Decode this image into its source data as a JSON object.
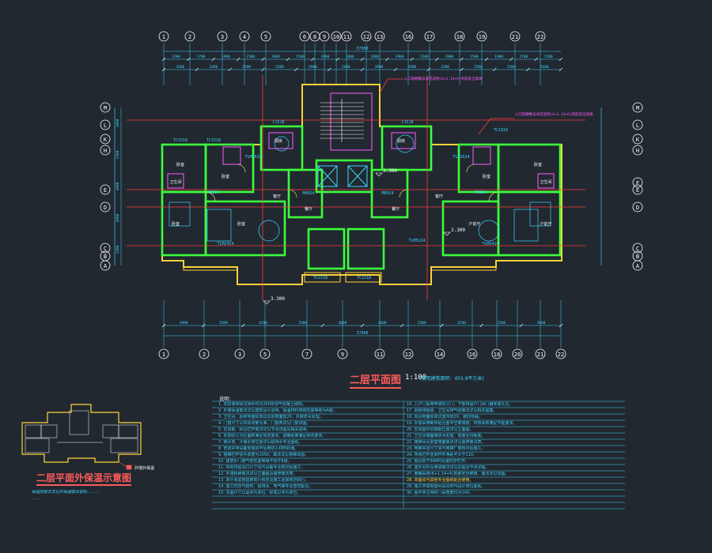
{
  "drawing": {
    "title": "二层平面图",
    "scale": "1:100",
    "title_note": "(使用建筑面积：455.8平方米)",
    "mini_title": "二层平面外保温示意图",
    "mini_notes": [
      "保温层做法详见外保温做法说明，……",
      "……"
    ],
    "total_width": "37000",
    "bottom_total_width": "37000",
    "level_marks": [
      "3.300",
      "3.300",
      "3.300"
    ],
    "room_labels": [
      "卧室",
      "卧室",
      "卧室",
      "卧室",
      "卧室",
      "卧室",
      "户前厅",
      "户前厅",
      "客厅",
      "客厅",
      "餐厅",
      "餐厅",
      "厨房",
      "厨房",
      "卫生间",
      "卫生间"
    ],
    "unit_labels": [
      "TLM1624",
      "TLM2424",
      "TLM1624",
      "TLM2424",
      "TLM5224"
    ],
    "window_labels": [
      "TC1518",
      "TC1518",
      "TC1918",
      "TC2118",
      "TC2118",
      "C1518",
      "C1518"
    ],
    "door_labels": [
      "M0824",
      "M0824",
      "M0924",
      "M0924"
    ],
    "callouts": [
      "入口雨棚做法详见说明(6+1.14+6)夹胶安全玻璃",
      "入口雨棚做法详见说明(6+1.14+6)夹胶安全玻璃"
    ]
  },
  "axes": {
    "top_numbers": [
      "1",
      "2",
      "3",
      "4",
      "5",
      "6",
      "8",
      "9",
      "10",
      "11",
      "12",
      "13",
      "16",
      "17",
      "18",
      "19",
      "21",
      "22"
    ],
    "bottom_numbers": [
      "1",
      "2",
      "3",
      "5",
      "7",
      "9",
      "11",
      "12",
      "14",
      "16",
      "18",
      "20",
      "21",
      "22"
    ],
    "left_letters": [
      "M",
      "L",
      "K",
      "H",
      "E",
      "D",
      "C",
      "B",
      "A"
    ],
    "right_letters": [
      "M",
      "L",
      "K",
      "H",
      "F",
      "E",
      "D",
      "C",
      "B",
      "A"
    ]
  },
  "dims": {
    "top_row": [
      "1500",
      "1700",
      "1900",
      "1500",
      "1900",
      "1500",
      "3900",
      "1800",
      "1800",
      "3900",
      "1500",
      "1900",
      "1500",
      "1900",
      "1700",
      "1500"
    ],
    "top_row2": [
      "3600",
      "3300",
      "2500",
      "3300",
      "3900",
      "2900",
      "3900",
      "2900",
      "3300",
      "2500",
      "3300",
      "3600"
    ],
    "bottom_row": [
      "3900",
      "3500",
      "4200",
      "3300",
      "3600",
      "3600",
      "3300",
      "4200",
      "3500",
      "3900"
    ],
    "left_col": [
      "1800",
      "2300",
      "4800",
      "4900",
      "1200"
    ]
  },
  "notes": {
    "heading": "说明：",
    "left": [
      "1. 本层墙体除注明外均为200厚加气混凝土砌块。",
      "2. 外墙保温做法详见建筑设计说明，保温材料燃烧性能等级为A级。",
      "3. 卫生间、厨房地面标高比同层楼面低20，并做防水处理。",
      "4. 门窗尺寸以实际测量为准，门窗表详见门窗详图。",
      "5. 空调板、阳台栏杆做法详见节点详图及相关说明。",
      "6. 本层防火分区面积满足规范要求，疏散距离满足规范要求。",
      "7. 雨水管、冷凝水管位置详见给排水专业图纸。",
      "8. 管道井待设备安装完毕后用防火材料封堵。",
      "9. 楼梯栏杆扶手高度为1050，做法详见楼梯详图。",
      "10. 建筑外门窗气密性能等级不低于6级。",
      "11. 所有预留洞口尺寸须与设备专业核对后施工。",
      "12. 外墙粉刷做法详见立面图及装修做法表。",
      "13. 未尽事宜按国家现行规范及施工验收规范执行。",
      "14. 施工时应与结构、给排水、电气等专业密切配合。",
      "15. 本图尺寸以毫米为单位，标高以米为单位。"
    ],
    "right": [
      "16. 入户门采用甲级防火门，下部预留户门闭门器安装孔位。",
      "17. 厨房排烟道、卫生间排气道做法详见相关图集。",
      "18. 阳台地面标高比室内低20，坡向地漏。",
      "19. 外窗采用断桥铝合金中空玻璃窗，传热系数满足节能要求。",
      "20. 空调室外机搁板位置详见立面图。",
      "21. 卫生间墙面做防水处理，高度至顶板底。",
      "22. 楼梯间及前室墙面做法详见装修做法表。",
      "23. 电梯井道尺寸须与电梯厂家核对后施工。",
      "24. 所有栏杆竖向杆件净距不大于110。",
      "25. 窗台低于900时设置防护栏杆。",
      "26. 室外台阶及坡道做法详见总图及节点详图。",
      "27. 雨棚采用(6+1.14+6)夹胶安全玻璃，做法详见详图。",
      "28. 本图须与其他专业图纸配合使用。",
      "29. 施工中如有疑问请及时与设计单位联系。",
      "30. 图中未注明的门垛宽度均为100。"
    ]
  }
}
